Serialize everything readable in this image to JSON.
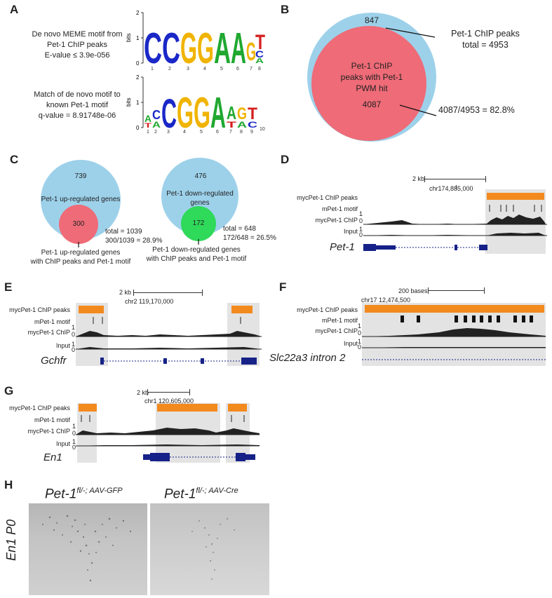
{
  "panels": {
    "A": {
      "letter": "A",
      "logo1_desc": [
        "De novo MEME motif from",
        "Pet-1 ChIP peaks",
        "E-value ≤ 3.9e-056"
      ],
      "logo2_desc": [
        "Match of de novo motif to",
        "known Pet-1 motif",
        "q-value = 8.91748e-06"
      ],
      "axis_label": "bits",
      "y_ticks": [
        "2",
        "1",
        "0"
      ],
      "logo1_positions": [
        "1",
        "2",
        "3",
        "4",
        "5",
        "6",
        "7",
        "8"
      ],
      "logo2_positions": [
        "1",
        "2",
        "3",
        "4",
        "5",
        "6",
        "7",
        "8",
        "9",
        "10"
      ]
    },
    "B": {
      "letter": "B",
      "outer_count": "847",
      "inner_label": [
        "Pet-1 ChIP",
        "peaks with Pet-1",
        "PWM hit"
      ],
      "inner_count": "4087",
      "callout1": [
        "Pet-1 ChIP peaks",
        "total = 4953"
      ],
      "callout2": "4087/4953 = 82.8%",
      "colors": {
        "outer": "#9dd1ea",
        "inner": "#ee6b77"
      }
    },
    "C": {
      "letter": "C",
      "up": {
        "outer": "739",
        "outer_label": "Pet-1 up-regulated genes",
        "inner": "300",
        "totals": [
          "total = 1039",
          "300/1039 = 28.9%"
        ],
        "caption": [
          "Pet-1 up-regulated genes",
          "with ChIP peaks and Pet-1 motif"
        ]
      },
      "down": {
        "outer": "476",
        "outer_label": [
          "Pet-1 down-regulated",
          "genes"
        ],
        "inner": "172",
        "totals": [
          "total = 648",
          "172/648 = 26.5%"
        ],
        "caption": [
          "Pet-1 down-regulated genes",
          "with ChIP peaks  and Pet-1 motif"
        ]
      },
      "colors": {
        "outer": "#9dd1ea",
        "inner_up": "#ee6b77",
        "inner_down": "#2fd95a"
      }
    },
    "D": {
      "letter": "D",
      "scale": "2 kb",
      "coord": "chr174,885,000",
      "tracks": [
        "mycPet-1 ChIP peaks",
        "mPet-1 motif",
        "mycPet-1 ChIP",
        "Input"
      ],
      "gene": "Pet-1"
    },
    "E": {
      "letter": "E",
      "scale": "2 kb",
      "coord": "chr2 119,170,000",
      "tracks": [
        "mycPet-1 ChIP peaks",
        "mPet-1 motif",
        "mycPet-1 ChIP",
        "Input"
      ],
      "gene": "Gchfr"
    },
    "F": {
      "letter": "F",
      "scale": "200 bases",
      "coord": "chr17 12,474,500",
      "tracks": [
        "mycPet-1 ChIP peaks",
        "mPet-1 motif",
        "mycPet-1 ChIP",
        "Input"
      ],
      "gene": "Slc22a3 intron 2"
    },
    "G": {
      "letter": "G",
      "scale": "2 kb",
      "coord": "chr1 120,605,000",
      "tracks": [
        "mycPet-1 ChIP peaks",
        "mPet-1 motif",
        "mycPet-1 ChIP",
        "Input"
      ],
      "gene": "En1"
    },
    "H": {
      "letter": "H",
      "left_base": "Pet-1",
      "left_sup": "fl/-; AAV-GFP",
      "right_base": "Pet-1",
      "right_sup": "fl/-; AAV-Cre",
      "side_label": "En1 P0"
    },
    "track_scale": {
      "top": "1",
      "bottom": "0"
    }
  }
}
